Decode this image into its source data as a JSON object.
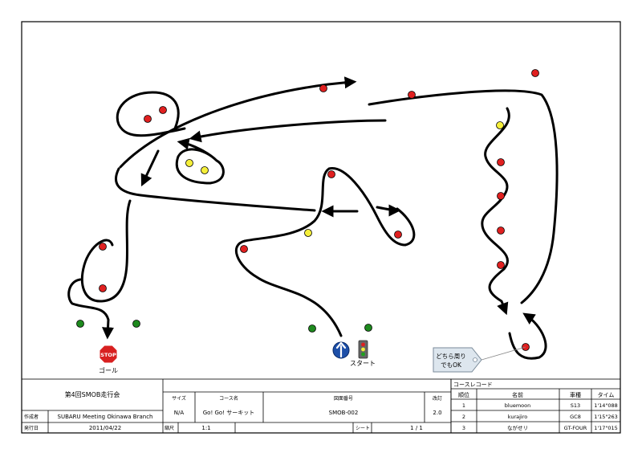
{
  "course_map": {
    "goal_label": "ゴール",
    "start_label": "スタート",
    "stop_sign_text": "STOP",
    "tag_note_line1": "どちら周り",
    "tag_note_line2": "でもOK",
    "colors": {
      "track": "#000000",
      "cone_red": "#e02020",
      "cone_yellow": "#f5ef3a",
      "cone_green": "#1e8a1e",
      "stop_red": "#d82020",
      "start_blue": "#1d4fa8",
      "tag_fill": "#dde6ee"
    },
    "icons": [
      "stop-sign-icon",
      "straight-ahead-arrow-icon",
      "traffic-light-icon",
      "price-tag-icon"
    ]
  },
  "title_block": {
    "event_title": "第4回SMOB走行会",
    "author_label": "作成者",
    "author_value": "SUBARU Meeting Okinawa Branch",
    "issue_label": "発行日",
    "issue_value": "2011/04/22",
    "size_label": "サイズ",
    "size_value": "N/A",
    "course_name_label": "コース名",
    "course_name_value": "Go! Go! サーキット",
    "drawing_no_label": "図面番号",
    "drawing_no_value": "SMOB-002",
    "revision_label": "改訂",
    "revision_value": "2.0",
    "scale_label": "縮尺",
    "scale_value": "1:1",
    "sheet_label": "シート",
    "sheet_value": "1 / 1"
  },
  "course_record": {
    "title": "コースレコード",
    "headers": [
      "順位",
      "名前",
      "車種",
      "タイム"
    ],
    "rows": [
      {
        "rank": "1",
        "name": "bluemoon",
        "car": "S13",
        "time": "1'14\"088"
      },
      {
        "rank": "2",
        "name": "kurajiro",
        "car": "GC8",
        "time": "1'15\"263"
      },
      {
        "rank": "3",
        "name": "ながせリ",
        "car": "GT-FOUR",
        "time": "1'17\"015"
      }
    ]
  }
}
